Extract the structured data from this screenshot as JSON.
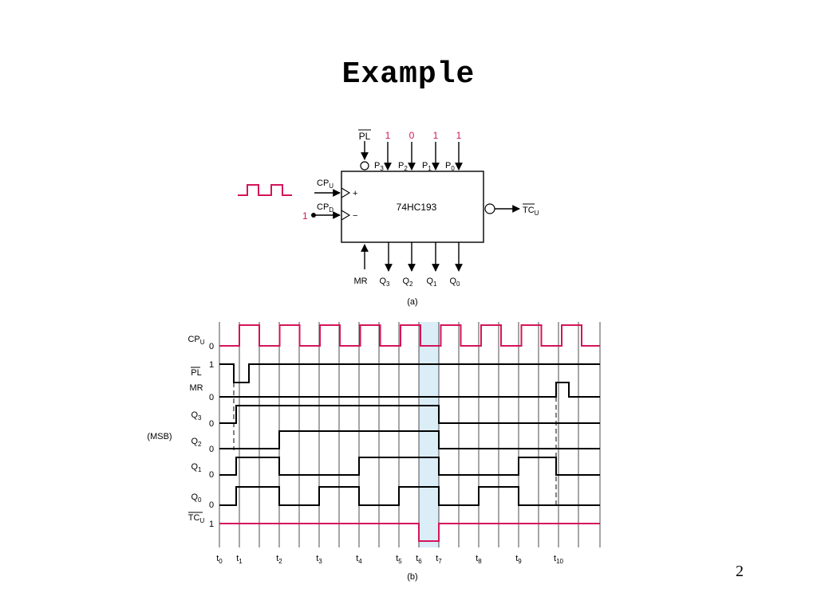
{
  "slide": {
    "title": "Example",
    "page_number": "2"
  },
  "colors": {
    "clock": "#d4145a",
    "value": "#d4145a",
    "line": "#000000",
    "highlight": "#dbeef8"
  },
  "chip": {
    "part": "74HC193",
    "pl": {
      "label": "PL",
      "bar": true
    },
    "inputs_top": [
      {
        "label": "P",
        "sub": "3",
        "value": "1"
      },
      {
        "label": "P",
        "sub": "2",
        "value": "0"
      },
      {
        "label": "P",
        "sub": "1",
        "value": "1"
      },
      {
        "label": "P",
        "sub": "0",
        "value": "1"
      }
    ],
    "cpu": {
      "label": "CP",
      "sub": "U",
      "sign": "+"
    },
    "cpd": {
      "label": "CP",
      "sub": "D",
      "sign": "−",
      "value": "1"
    },
    "tc": {
      "label": "TC",
      "sub": "U"
    },
    "bottom": [
      {
        "label": "MR",
        "sub": ""
      },
      {
        "label": "Q",
        "sub": "3"
      },
      {
        "label": "Q",
        "sub": "2"
      },
      {
        "label": "Q",
        "sub": "1"
      },
      {
        "label": "Q",
        "sub": "0"
      }
    ],
    "caption": "(a)"
  },
  "timing": {
    "caption": "(b)",
    "msb_label": "(MSB)",
    "time_labels": [
      {
        "text": "t",
        "sub": "0"
      },
      {
        "text": "t",
        "sub": "1"
      },
      {
        "text": "t",
        "sub": "2"
      },
      {
        "text": "t",
        "sub": "3"
      },
      {
        "text": "t",
        "sub": "4"
      },
      {
        "text": "t",
        "sub": "5"
      },
      {
        "text": "t",
        "sub": "6"
      },
      {
        "text": "t",
        "sub": "7"
      },
      {
        "text": "t",
        "sub": "8"
      },
      {
        "text": "t",
        "sub": "9"
      },
      {
        "text": "t",
        "sub": "10"
      }
    ],
    "signals": [
      {
        "name": "CP",
        "sub": "U",
        "bar": false,
        "levels": [
          "",
          "0"
        ]
      },
      {
        "name": "PL",
        "sub": "",
        "bar": true,
        "levels": [
          "1",
          ""
        ]
      },
      {
        "name": "MR",
        "sub": "",
        "bar": false,
        "levels": [
          "",
          "0"
        ]
      },
      {
        "name": "Q",
        "sub": "3",
        "bar": false,
        "levels": [
          "",
          "0"
        ]
      },
      {
        "name": "Q",
        "sub": "2",
        "bar": false,
        "levels": [
          "",
          "0"
        ]
      },
      {
        "name": "Q",
        "sub": "1",
        "bar": false,
        "levels": [
          "",
          "0"
        ]
      },
      {
        "name": "Q",
        "sub": "0",
        "bar": false,
        "levels": [
          "",
          "0"
        ]
      },
      {
        "name": "TC",
        "sub": "U",
        "bar": true,
        "levels": [
          "1",
          ""
        ]
      }
    ],
    "counter_states": [
      {
        "interval": "t0-t1",
        "Q3": 0,
        "Q2": 0,
        "Q1": 0,
        "Q0": 0
      },
      {
        "interval": "t1-t2",
        "Q3": 1,
        "Q2": 0,
        "Q1": 1,
        "Q0": 1
      },
      {
        "interval": "t2-t3",
        "Q3": 1,
        "Q2": 1,
        "Q1": 0,
        "Q0": 0
      },
      {
        "interval": "t3-t4",
        "Q3": 1,
        "Q2": 1,
        "Q1": 0,
        "Q0": 1
      },
      {
        "interval": "t4-t5",
        "Q3": 1,
        "Q2": 1,
        "Q1": 1,
        "Q0": 0
      },
      {
        "interval": "t5-t6",
        "Q3": 1,
        "Q2": 1,
        "Q1": 1,
        "Q0": 1
      },
      {
        "interval": "t6-t7",
        "Q3": 1,
        "Q2": 1,
        "Q1": 1,
        "Q0": 1
      },
      {
        "interval": "t7-t8",
        "Q3": 0,
        "Q2": 0,
        "Q1": 0,
        "Q0": 0
      },
      {
        "interval": "t8-t9",
        "Q3": 0,
        "Q2": 0,
        "Q1": 0,
        "Q0": 1
      },
      {
        "interval": "t9-t10",
        "Q3": 0,
        "Q2": 0,
        "Q1": 1,
        "Q0": 0
      },
      {
        "interval": "after t10",
        "Q3": 0,
        "Q2": 0,
        "Q1": 0,
        "Q0": 0
      }
    ]
  }
}
